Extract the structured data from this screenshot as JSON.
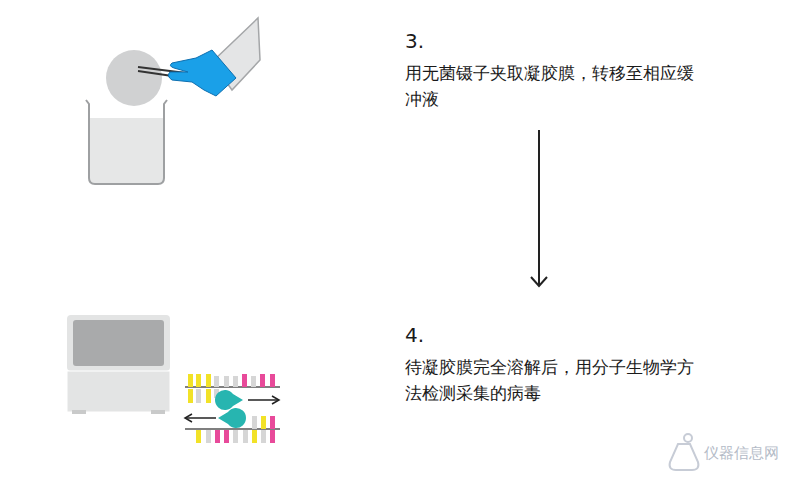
{
  "diagram": {
    "nodes": [
      {
        "text": [
          "3.",
          "用无菌镊子夹取凝胶膜，转移至相应缓冲液"
        ]
      },
      {
        "text": [
          "4.",
          "待凝胶膜完全溶解后，用分子生物学方法检测采集的病毒"
        ]
      }
    ],
    "edges": [
      {
        "from": 0,
        "to": 1,
        "arrow": "to"
      }
    ],
    "labels": [
      "仪器信息网"
    ]
  }
}
